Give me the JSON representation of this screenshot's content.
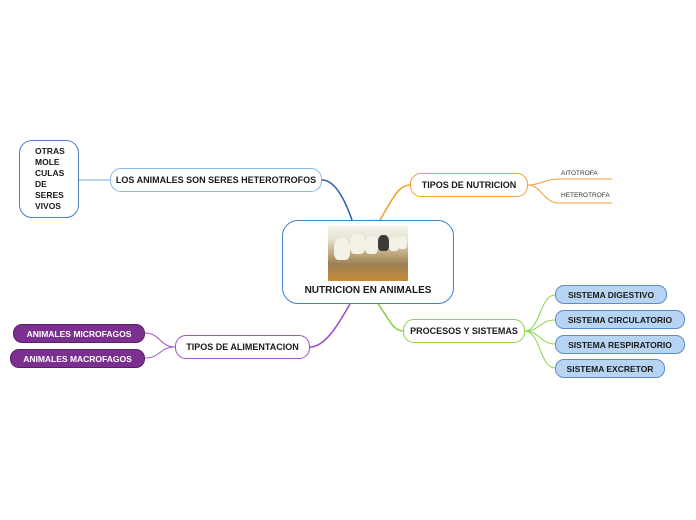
{
  "central": {
    "label": "NUTRICION EN ANIMALES"
  },
  "topics": {
    "heterotrofos": "LOS ANIMALES SON SERES HETEROTROFOS",
    "otras_moleculas": [
      "OTRAS",
      "MOLE",
      "CULAS",
      "DE",
      "SERES",
      "VIVOS"
    ],
    "tipos_nutricion": "TIPOS DE NUTRICION",
    "procesos": "PROCESOS Y SISTEMAS",
    "tipos_alimentacion": "TIPOS DE ALIMENTACION"
  },
  "nutricion_leaves": [
    "AITOTROFA",
    "HETEROTROFA"
  ],
  "sistemas": [
    "SISTEMA DIGESTIVO",
    "SISTEMA CIRCULATORIO",
    "SISTEMA RESPIRATORIO",
    "SISTEMA EXCRETOR"
  ],
  "alimentacion": [
    "ANIMALES MICROFAGOS",
    "ANIMALES MACROFAGOS"
  ],
  "colors": {
    "central_border": "#3a82c4",
    "heterotrofos_branch": "#3a6fc0",
    "nutricion_branch": "#f2a134",
    "procesos_branch": "#8bd44a",
    "alimentacion_branch": "#a050c8",
    "sistema_fill": "#b7d5f3",
    "animales_fill": "#7b2f8f"
  },
  "icons": {
    "central_image": "cows-feeding-photo"
  }
}
